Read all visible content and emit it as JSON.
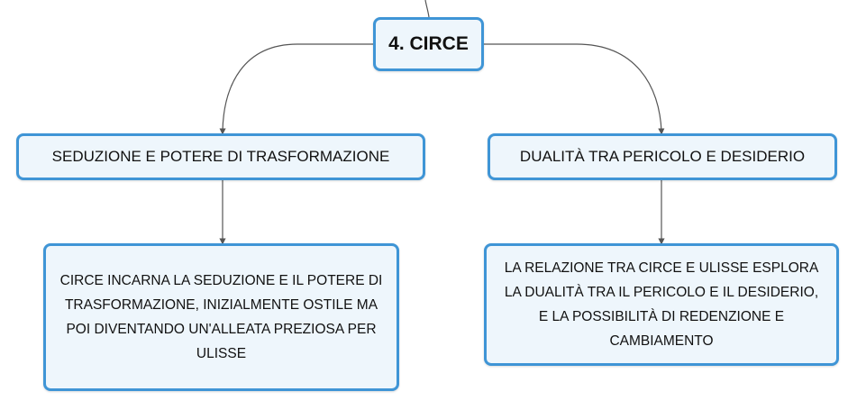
{
  "map": {
    "root": {
      "label": "4. CIRCE"
    },
    "branches": [
      {
        "label": "SEDUZIONE E POTERE DI TRASFORMAZIONE",
        "detail": "CIRCE INCARNA LA SEDUZIONE E IL POTERE DI TRASFORMAZIONE, INIZIALMENTE OSTILE MA POI DIVENTANDO UN'ALLEATA PREZIOSA PER ULISSE"
      },
      {
        "label": "DUALITÀ TRA PERICOLO E DESIDERIO",
        "detail": "LA RELAZIONE TRA CIRCE E ULISSE ESPLORA LA DUALITÀ TRA IL PERICOLO E IL DESIDERIO, E LA POSSIBILITÀ DI REDENZIONE E CAMBIAMENTO"
      }
    ]
  },
  "colors": {
    "node_border": "#3f95d6",
    "node_fill": "#eef6fc",
    "connector": "#555555"
  }
}
